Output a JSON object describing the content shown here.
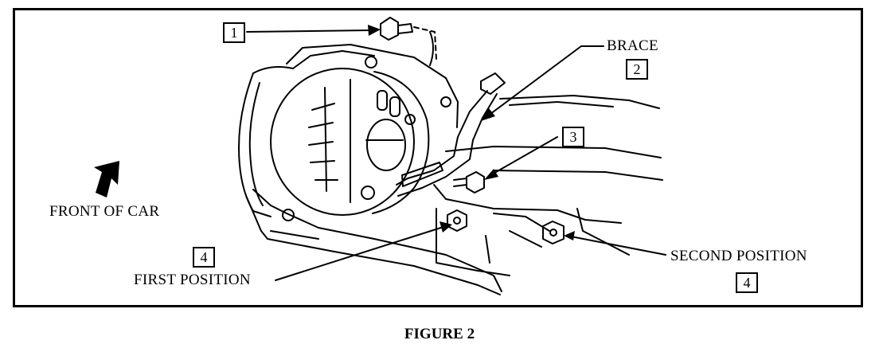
{
  "diagram": {
    "callouts": {
      "bolt_top": "1",
      "brace": "2",
      "bolt_brace": "3",
      "nut_first": "4",
      "nut_second": "4"
    },
    "labels": {
      "brace": "BRACE",
      "front_of_car": "FRONT OF CAR",
      "first_position": "FIRST POSITION",
      "second_position": "SECOND POSITION"
    },
    "caption": "FIGURE 2"
  }
}
